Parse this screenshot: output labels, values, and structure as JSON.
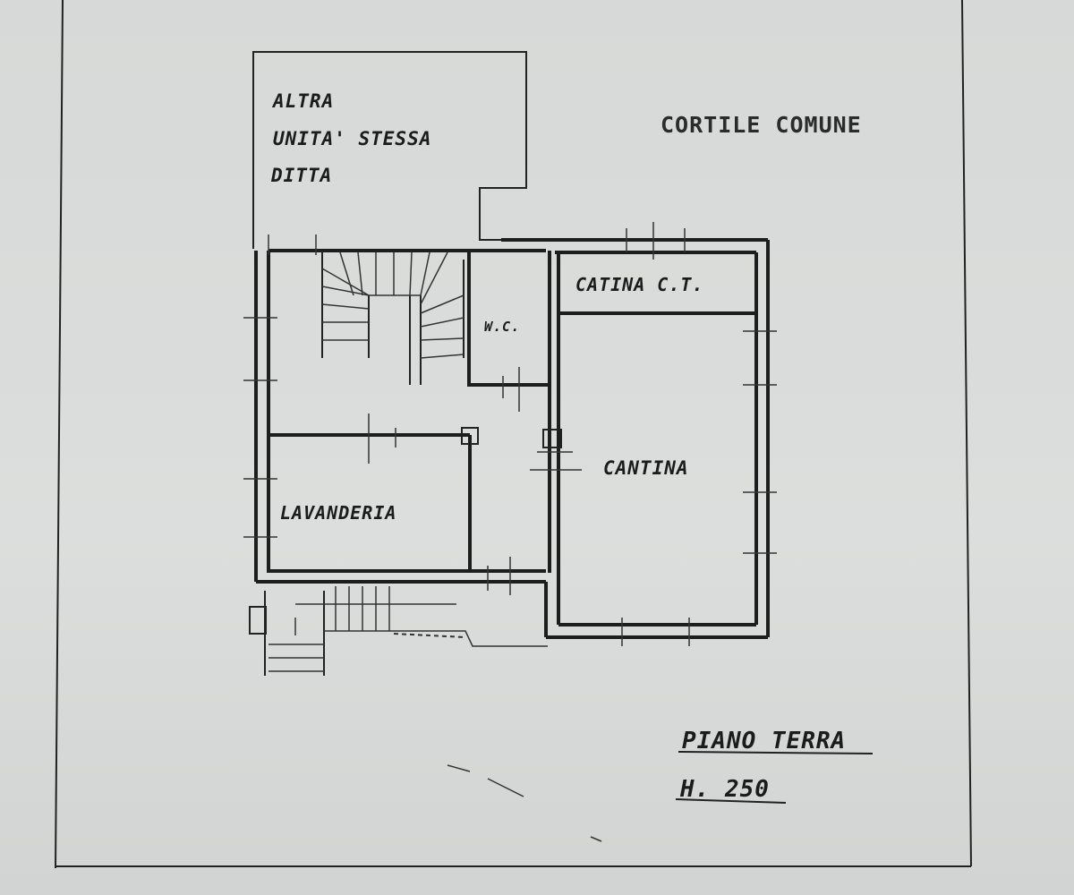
{
  "plan": {
    "courtyard_label": "CORTILE COMUNE",
    "other_unit_line1": "ALTRA",
    "other_unit_line2": "UNITA' STESSA",
    "other_unit_line3": "DITTA",
    "rooms": {
      "cellar_small": "CATINA C.T.",
      "wc": "W.C.",
      "cellar": "CANTINA",
      "laundry": "LAVANDERIA"
    },
    "floor_title": "PIANO TERRA",
    "floor_height": "H. 250"
  },
  "colors": {
    "paper": "#d8dad9",
    "ink": "#1c1e1e"
  }
}
